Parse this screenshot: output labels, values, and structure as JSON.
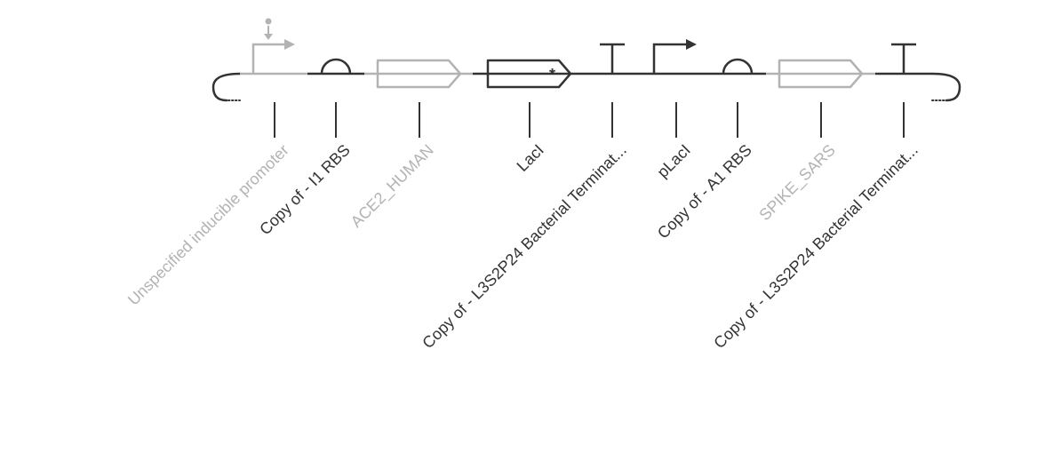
{
  "colors": {
    "active": "#333333",
    "inactive": "#b3b3b3",
    "background": "#ffffff"
  },
  "backbone": {
    "left_end_icon": "backbone-left-bracket-icon",
    "right_end_icon": "backbone-right-bracket-icon"
  },
  "parts": [
    {
      "id": "unspecified-inducible-promoter",
      "type": "promoter",
      "icon": "inducible-promoter-arrow-icon",
      "label": "Unspecified inducible promoter",
      "active": false
    },
    {
      "id": "i1-rbs",
      "type": "rbs",
      "icon": "rbs-semicircle-icon",
      "label": "Copy of - I1 RBS",
      "active": true
    },
    {
      "id": "ace2-human",
      "type": "cds",
      "icon": "cds-pentagon-icon",
      "label": "ACE2_HUMAN",
      "active": false
    },
    {
      "id": "laci",
      "type": "cds",
      "icon": "cds-pentagon-starred-icon",
      "label": "LacI",
      "active": true
    },
    {
      "id": "terminator-1",
      "type": "terminator",
      "icon": "terminator-t-icon",
      "label": "Copy of - L3S2P24 Bacterial Terminat...",
      "active": true
    },
    {
      "id": "placi",
      "type": "promoter",
      "icon": "promoter-arrow-icon",
      "label": "pLacI",
      "active": true
    },
    {
      "id": "a1-rbs",
      "type": "rbs",
      "icon": "rbs-semicircle-icon",
      "label": "Copy of - A1 RBS",
      "active": true
    },
    {
      "id": "spike-sars",
      "type": "cds",
      "icon": "cds-pentagon-icon",
      "label": "SPIKE_SARS",
      "active": false
    },
    {
      "id": "terminator-2",
      "type": "terminator",
      "icon": "terminator-t-icon",
      "label": "Copy of - L3S2P24 Bacterial Terminat...",
      "active": true
    }
  ]
}
